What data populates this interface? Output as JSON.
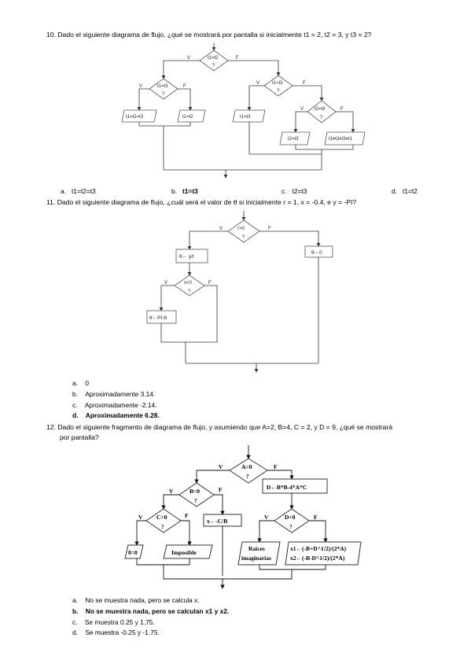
{
  "q10": {
    "text": "10.  Dado el siguiente diagrama de flujo, ¿qué se mostrará por pantalla si inicialmente t1 = 2, t2 = 3, y t3 = 2?",
    "diagram": {
      "d_top": "t1=t2",
      "d_left": "t1=t3",
      "d_right": "t1=t3",
      "d_inner": "t2=t3",
      "q": "?",
      "v": "V",
      "f": "F",
      "b1": "t1=t2=t3",
      "b2": "t1=t2",
      "b3": "t1=t3",
      "b4": "t2=t3",
      "b5": "t1≠t2≠t3≠t1"
    },
    "options": [
      {
        "letter": "a.",
        "text": "t1=t2=t3",
        "bold": false
      },
      {
        "letter": "b.",
        "text": "t1=t3",
        "bold": true
      },
      {
        "letter": "c.",
        "text": "t2=t3",
        "bold": false
      },
      {
        "letter": "d.",
        "text": "t1=t2",
        "bold": false
      }
    ]
  },
  "q11": {
    "text": "11.  Dado el siguiente diagrama de flujo, ¿cuál será el valor de θ si inicialmente r = 1, x = -0.4,  e y = -PI?",
    "diagram": {
      "d_top": "r>0",
      "d_inner": "x<0",
      "q": "?",
      "v": "V",
      "f": "F",
      "b1": "θ← y/r",
      "b2": "θ←0",
      "b3": "θ←PI-θ"
    },
    "options": [
      {
        "letter": "a.",
        "text": "0",
        "bold": false
      },
      {
        "letter": "b.",
        "text": "Aproximadamente 3.14.",
        "bold": false
      },
      {
        "letter": "c.",
        "text": "Aproximadamente -2.14.",
        "bold": false
      },
      {
        "letter": "d.",
        "text": "Aproximadamente 6.28.",
        "bold": true
      }
    ]
  },
  "q12": {
    "text_line1": "12.  Dado el siguiente fragmento de diagrama de flujo, y asumiendo que A=2, B=4, C = 2, y D = 9, ¿qué se mostrará",
    "text_line2": "por pantalla?",
    "diagram": {
      "d_top": "A=0",
      "d_left": "B=0",
      "d_ll": "C=0",
      "d_right": "D<0",
      "q": "?",
      "v": "V",
      "f": "F",
      "b_d": "D←B*B-4*A*C",
      "b_x": "x←-C/B",
      "b_00": "0=0",
      "b_imp": "Imposible",
      "b_rai1": "Raíces",
      "b_rai2": "imaginarias",
      "b_x1": "x1←(-B+D^1/2)/(2*A)",
      "b_x2": "x2←(-B-D^1/2)/(2*A)"
    },
    "options": [
      {
        "letter": "a.",
        "text": "No se muestra nada, pero se calcula x.",
        "bold": false
      },
      {
        "letter": "b.",
        "text": "No se muestra nada, pero se calculan x1 y x2.",
        "bold": true
      },
      {
        "letter": "c.",
        "text": "Se muestra 0.25 y 1.75.",
        "bold": false
      },
      {
        "letter": "d.",
        "text": "Se muestra -0.25 y -1.75.",
        "bold": false
      }
    ]
  }
}
